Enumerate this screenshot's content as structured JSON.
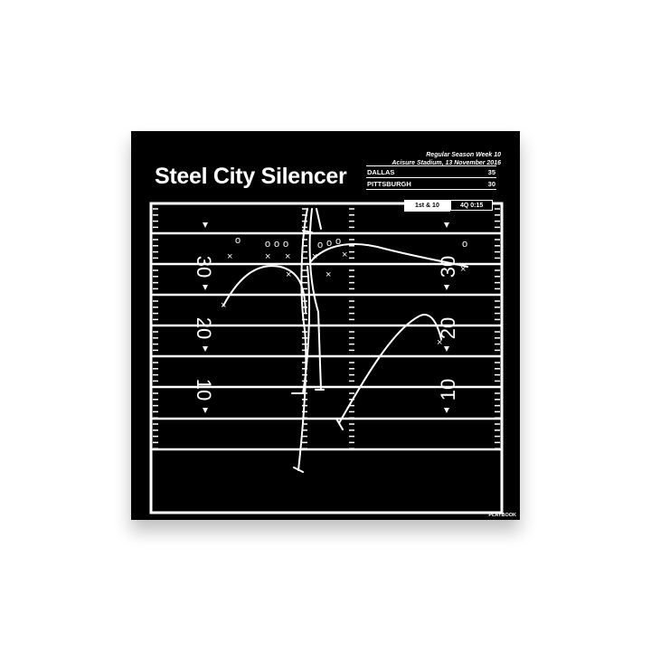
{
  "title": "Steel City Silencer",
  "game": {
    "week": "Regular Season Week 10",
    "venue_date": "Acisure Stadium, 13 November 2016"
  },
  "score": [
    {
      "team": "DALLAS",
      "points": "35"
    },
    {
      "team": "PITTSBURGH",
      "points": "30"
    }
  ],
  "situation": {
    "down": "1st & 10",
    "clock": "4Q 0:15"
  },
  "yard_numbers": [
    "30",
    "20",
    "10"
  ],
  "brand": "PLAYBOOK",
  "colors": {
    "background": "#000000",
    "lines": "#ffffff"
  }
}
